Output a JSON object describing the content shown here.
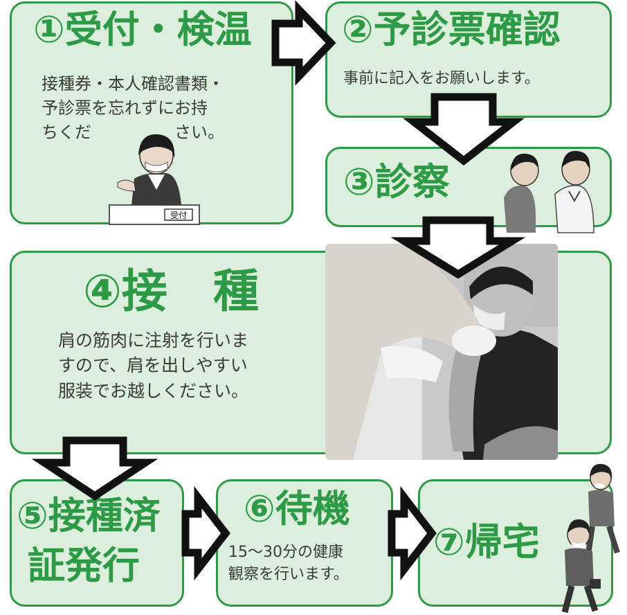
{
  "steps": {
    "s1": {
      "title": "①受付・検温",
      "desc": "接種券・本人確認書類・\n予診票を忘れずにお持\nちくだ　　　　　さい。",
      "sign": "受付"
    },
    "s2": {
      "title": "②予診票確認",
      "desc": "事前に記入をお願いします。"
    },
    "s3": {
      "title": "③診察"
    },
    "s4": {
      "title": "④接　種",
      "desc": "肩の筋肉に注射を行いま\nすので、肩を出しやすい\n服装でお越しください。"
    },
    "s5": {
      "title_line1": "⑤接種済",
      "title_line2": "証発行"
    },
    "s6": {
      "title": "⑥待機",
      "desc": "15～30分の健康\n観察を行います。"
    },
    "s7": {
      "title": "⑦帰宅"
    }
  },
  "colors": {
    "box_fill": "#dcefdc",
    "box_border": "#2e9a48",
    "title_green": "#2d9a46",
    "arrow_stroke": "#111111"
  }
}
